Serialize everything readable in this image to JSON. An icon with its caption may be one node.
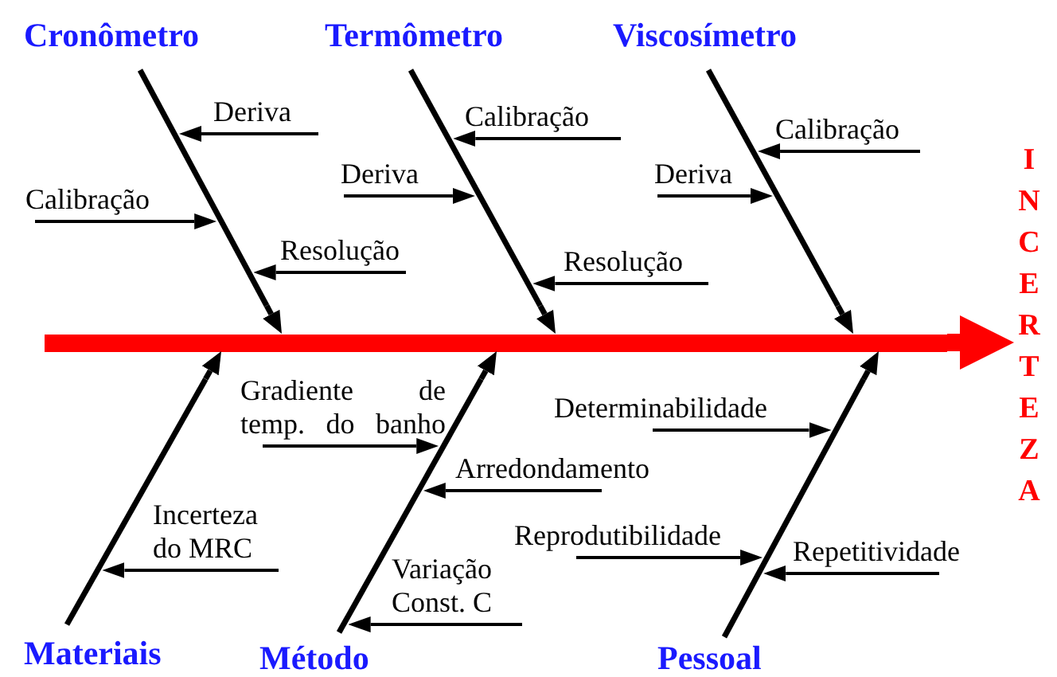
{
  "diagram": {
    "nodes": [
      {
        "text": [
          "Cronômetro"
        ]
      },
      {
        "text": [
          "Termômetro"
        ]
      },
      {
        "text": [
          "Viscosímetro"
        ]
      },
      {
        "text": [
          "Deriva"
        ]
      },
      {
        "text": [
          "Calibração"
        ]
      },
      {
        "text": [
          "Calibração"
        ]
      },
      {
        "text": [
          "INCERTEZA"
        ]
      },
      {
        "text": [
          "Calibração"
        ]
      },
      {
        "text": [
          "Deriva"
        ]
      },
      {
        "text": [
          "Deriva"
        ]
      },
      {
        "text": [
          "Resolução"
        ]
      },
      {
        "text": [
          "Resolução"
        ]
      },
      {
        "text": [
          "Gradiente de temp. do banho"
        ]
      },
      {
        "text": [
          "Determinabilidade"
        ]
      },
      {
        "text": [
          "Arredondamento"
        ]
      },
      {
        "text": [
          "Incerteza do MRC"
        ]
      },
      {
        "text": [
          "Reprodutibilidade"
        ]
      },
      {
        "text": [
          "Repetitividade"
        ]
      },
      {
        "text": [
          "Variação Const. C"
        ]
      },
      {
        "text": [
          "Materiais"
        ]
      },
      {
        "text": [
          "Método"
        ]
      },
      {
        "text": [
          "Pessoal"
        ]
      },
      {
        "text": [],
        "shape": "bar"
      },
      {
        "text": [],
        "shape": "line"
      },
      {
        "text": [],
        "shape": "line"
      },
      {
        "text": [],
        "shape": "line"
      },
      {
        "text": [],
        "shape": "line"
      },
      {
        "text": [],
        "shape": "line"
      },
      {
        "text": [],
        "shape": "line"
      }
    ],
    "edges": [
      {
        "from": 22,
        "to": 6,
        "arrow": "to",
        "style": "thick",
        "color": "#ff0000"
      },
      {
        "from": 23,
        "to": 22,
        "arrow": "to"
      },
      {
        "from": 24,
        "to": 22,
        "arrow": "to"
      },
      {
        "from": 25,
        "to": 22,
        "arrow": "to"
      },
      {
        "from": 26,
        "to": 22,
        "arrow": "to"
      },
      {
        "from": 27,
        "to": 22,
        "arrow": "to"
      },
      {
        "from": 28,
        "to": 22,
        "arrow": "to"
      },
      {
        "from": 3,
        "to": 23,
        "arrow": "to"
      },
      {
        "from": 7,
        "to": 23,
        "arrow": "to"
      },
      {
        "from": 10,
        "to": 23,
        "arrow": "to"
      },
      {
        "from": 4,
        "to": 24,
        "arrow": "to"
      },
      {
        "from": 8,
        "to": 24,
        "arrow": "to"
      },
      {
        "from": 11,
        "to": 24,
        "arrow": "to"
      },
      {
        "from": 5,
        "to": 25,
        "arrow": "to"
      },
      {
        "from": 9,
        "to": 25,
        "arrow": "to"
      },
      {
        "from": 15,
        "to": 26,
        "arrow": "to"
      },
      {
        "from": 12,
        "to": 27,
        "arrow": "to"
      },
      {
        "from": 14,
        "to": 27,
        "arrow": "to"
      },
      {
        "from": 18,
        "to": 27,
        "arrow": "to"
      },
      {
        "from": 13,
        "to": 28,
        "arrow": "to"
      },
      {
        "from": 16,
        "to": 28,
        "arrow": "to"
      },
      {
        "from": 17,
        "to": 28,
        "arrow": "to"
      }
    ]
  }
}
